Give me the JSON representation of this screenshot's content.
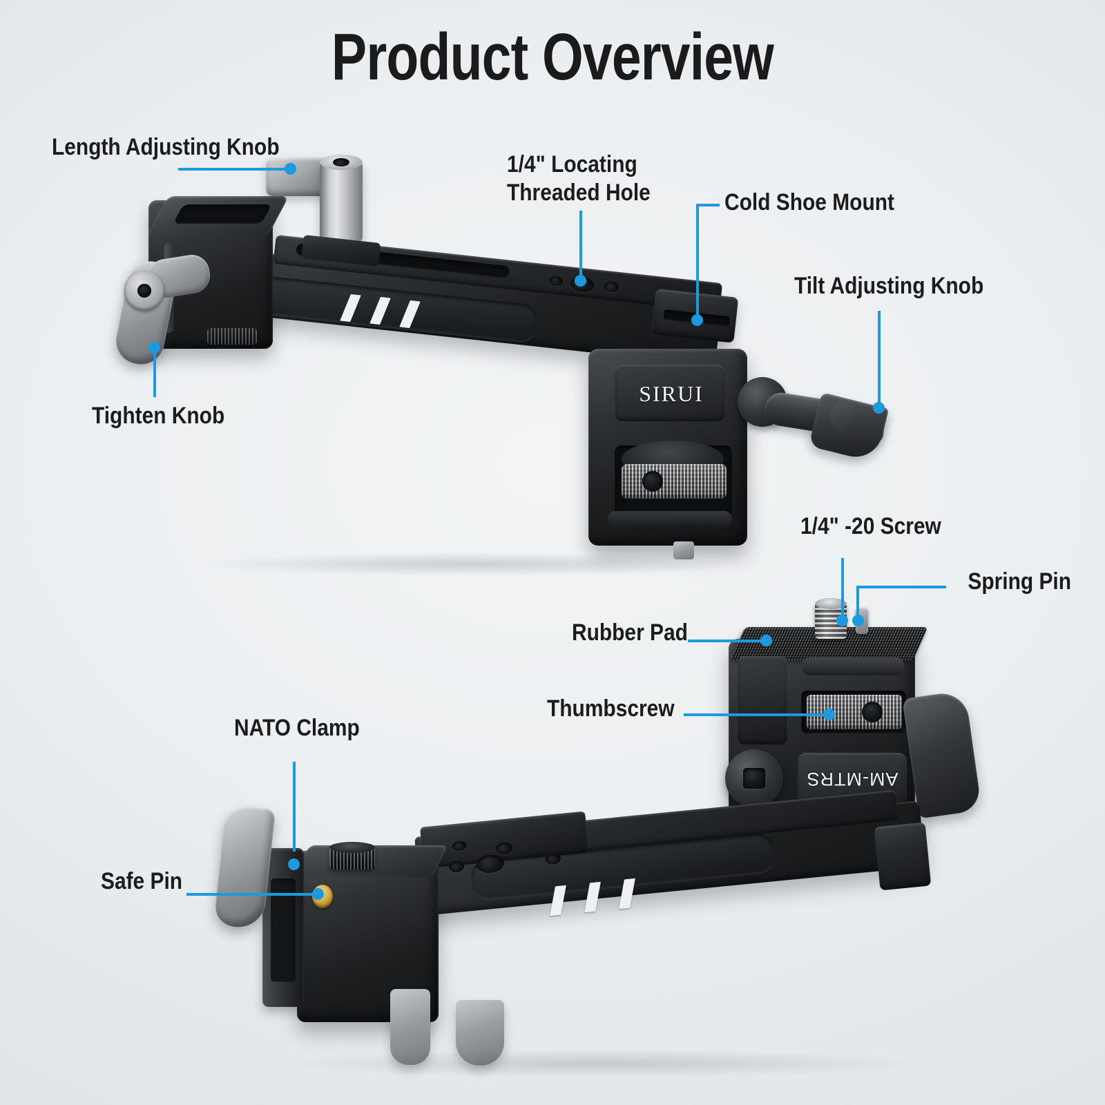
{
  "page": {
    "title": "Product Overview",
    "accent_color": "#1b9ae0",
    "text_color": "#1c1c1c",
    "background_color": "#e6e9eb"
  },
  "product": {
    "brand": "SIRUI",
    "model": "AM-MTRS"
  },
  "callouts": [
    {
      "id": "length-adjusting-knob",
      "label": "Length Adjusting Knob",
      "view": "top"
    },
    {
      "id": "locating-threaded-hole",
      "label": "1/4\" Locating\nThreaded Hole",
      "view": "top"
    },
    {
      "id": "cold-shoe-mount",
      "label": "Cold Shoe Mount",
      "view": "top"
    },
    {
      "id": "tilt-adjusting-knob",
      "label": "Tilt Adjusting Knob",
      "view": "top"
    },
    {
      "id": "tighten-knob",
      "label": "Tighten Knob",
      "view": "top"
    },
    {
      "id": "quarter-20-screw",
      "label": "1/4\" -20 Screw",
      "view": "bottom"
    },
    {
      "id": "spring-pin",
      "label": "Spring Pin",
      "view": "bottom"
    },
    {
      "id": "rubber-pad",
      "label": "Rubber Pad",
      "view": "bottom"
    },
    {
      "id": "thumbscrew",
      "label": "Thumbscrew",
      "view": "bottom"
    },
    {
      "id": "nato-clamp",
      "label": "NATO Clamp",
      "view": "bottom"
    },
    {
      "id": "safe-pin",
      "label": "Safe Pin",
      "view": "bottom"
    }
  ]
}
